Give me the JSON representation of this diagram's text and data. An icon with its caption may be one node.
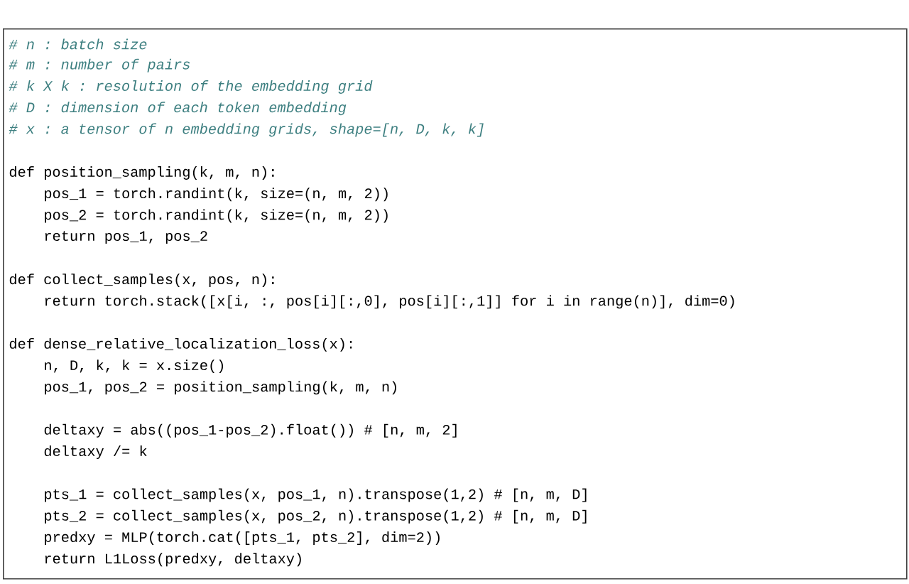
{
  "diagram": {
    "nodes": [
      {
        "text": [
          "# n        : batch size",
          "# m        : number of pairs",
          "# k X k    : resolution of the embedding grid",
          "# D        : dimension of each token embedding",
          "# x        : a tensor of n embedding grids, shape=[n, D, k, k]",
          "def position_sampling(k, m, n):",
          "pos_1 = torch.randint(k, size=(n, m, 2))",
          "pos_2 = torch.randint(k, size=(n, m, 2))",
          "return pos_1, pos_2",
          "def collect_samples(x, pos, n):",
          "return torch.stack([x[i, :, pos[i][:,0], pos[i][:,1]] for i in range(n)], dim=0)",
          "def dense_relative_localization_loss(x):",
          "n, D, k, k = x.size()",
          "pos_1, pos_2 = position_sampling(k, m, n)",
          "deltaxy = abs((pos_1-pos_2).float()) # [n, m, 2]",
          "deltaxy /= k",
          "pts_1 = collect_samples(x, pos_1, n).transpose(1,2) # [n, m, D]",
          "pts_2 = collect_samples(x, pos_2, n).transpose(1,2) # [n, m, D]",
          "predxy = MLP(torch.cat([pts_1, pts_2], dim=2))",
          "return L1Loss(predxy, deltaxy)"
        ]
      }
    ]
  }
}
